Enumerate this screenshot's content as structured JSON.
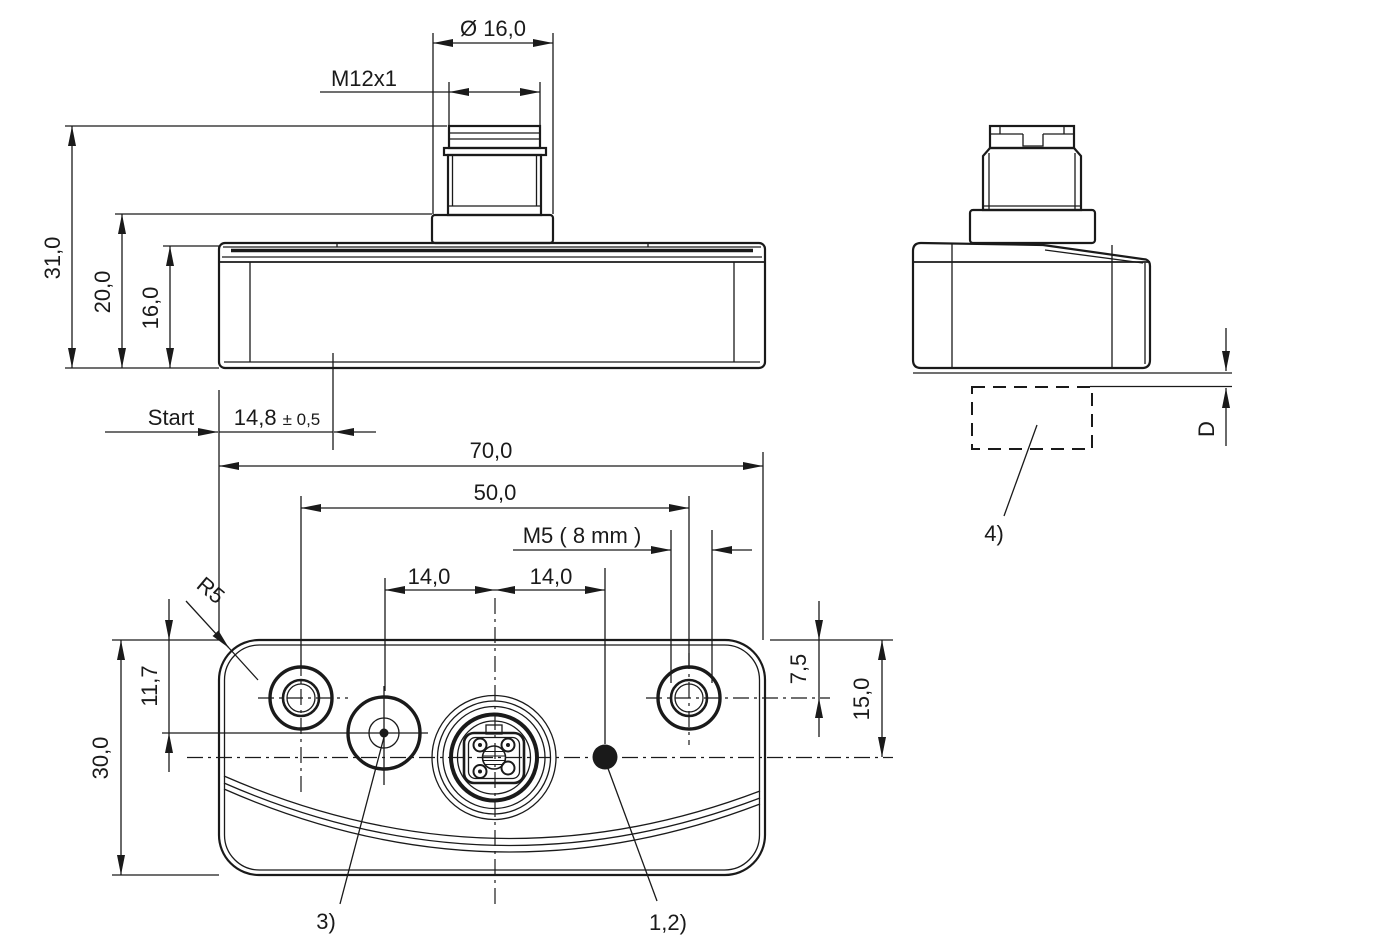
{
  "drawing": {
    "front_view": {
      "dia_label": "Ø 16,0",
      "thread_label": "M12x1",
      "dim_total_height": "31,0",
      "dim_mid_height": "20,0",
      "dim_body_height": "16,0",
      "start_label": "Start",
      "start_value": "14,8",
      "start_tolerance": "± 0,5"
    },
    "side_view": {
      "distance_label": "D",
      "callout_target": "4)"
    },
    "bottom_view": {
      "dim_width": "70,0",
      "dim_hole_spacing": "50,0",
      "thread_note": "M5 ( 8 mm )",
      "dim_pitch_left": "14,0",
      "dim_pitch_right": "14,0",
      "radius_label": "R5",
      "dim_teach_offset": "11,7",
      "dim_height": "30,0",
      "dim_hole_offset": "7,5",
      "dim_center_offset": "15,0",
      "callout_teach": "3)",
      "callout_led": "1,2)"
    },
    "colors": {
      "line": "#1a1a1a",
      "background": "#ffffff"
    }
  }
}
